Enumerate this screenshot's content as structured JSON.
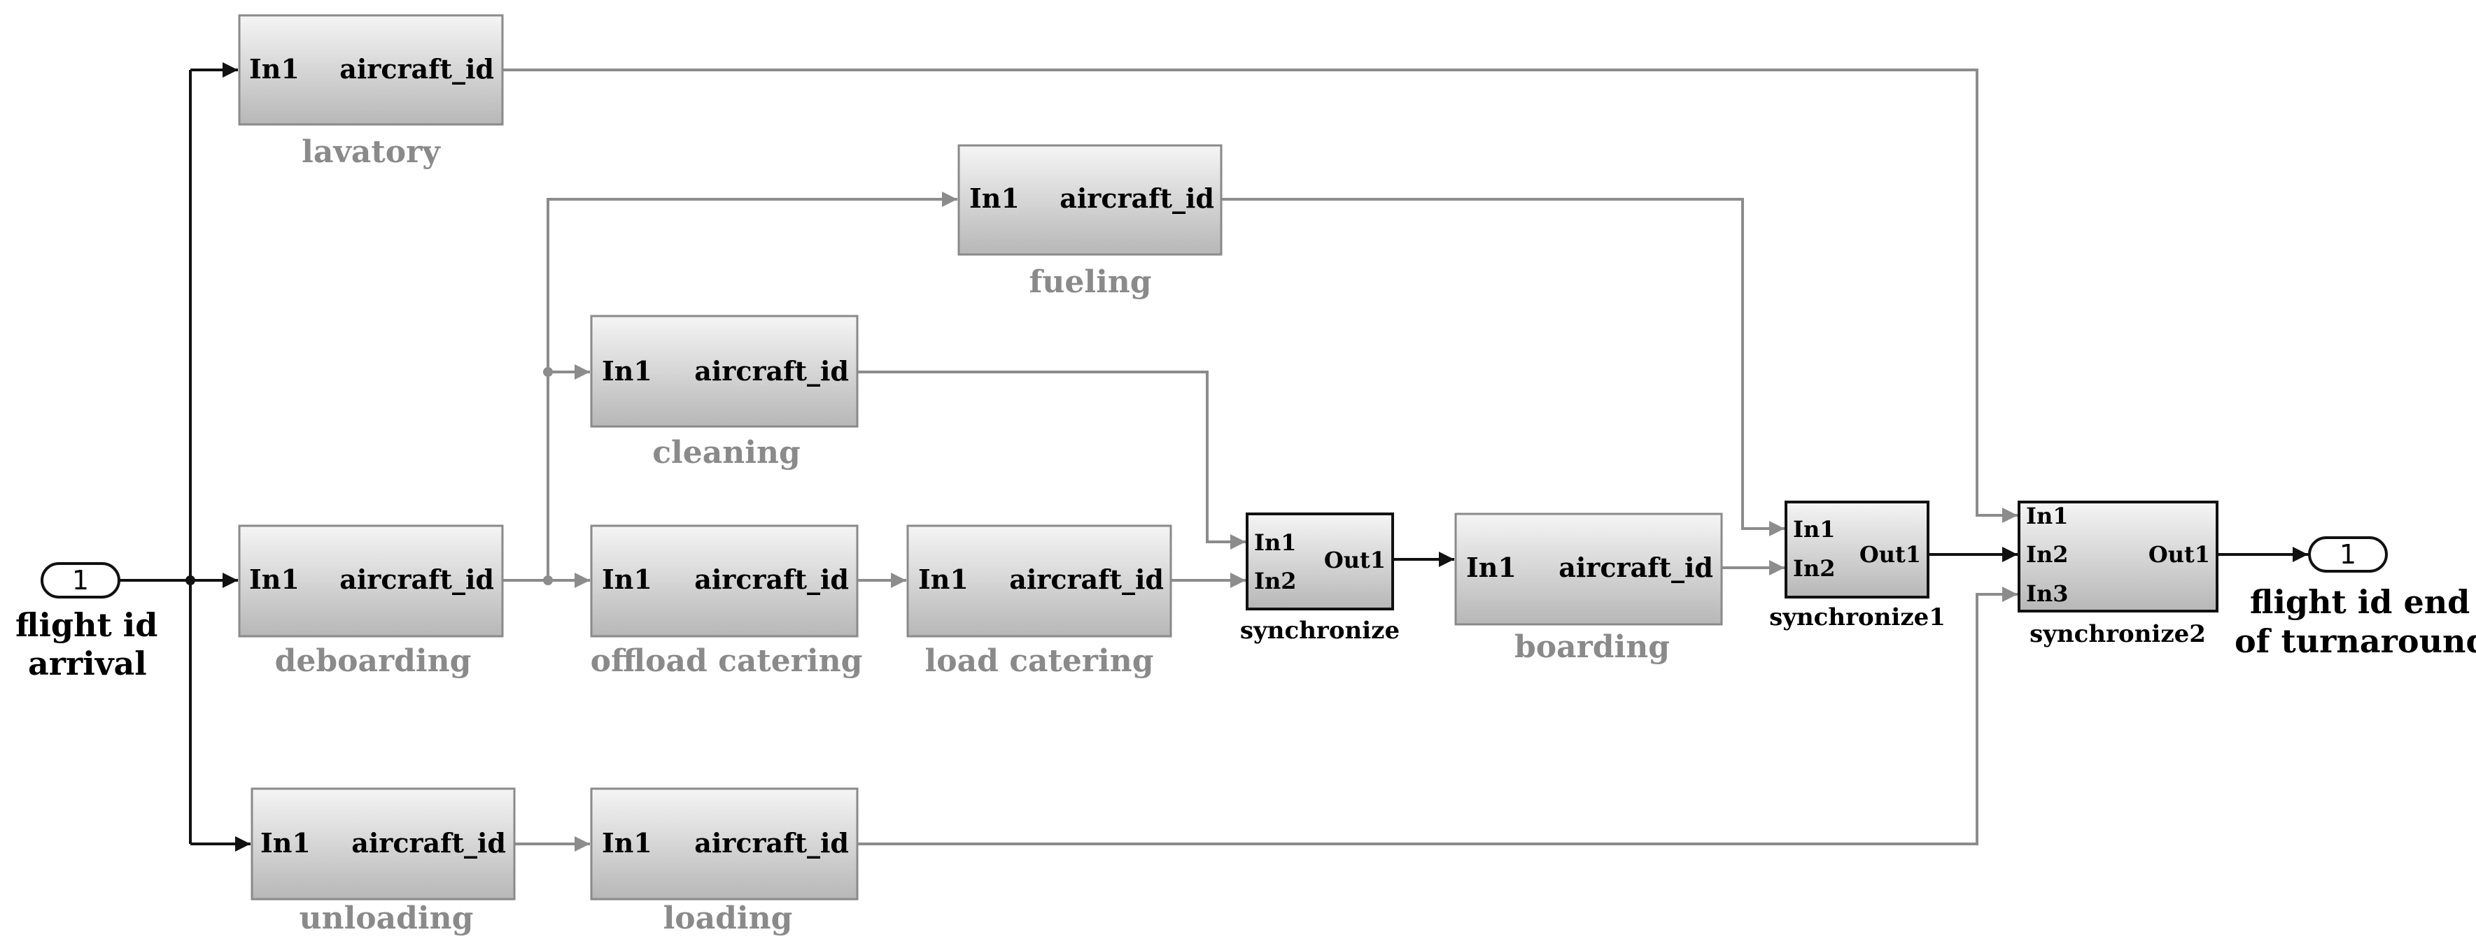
{
  "inport": {
    "number": "1",
    "label_line1": "flight id",
    "label_line2": "arrival"
  },
  "outport": {
    "number": "1",
    "label_line1": "flight id end",
    "label_line2": "of turnaround"
  },
  "blocks": {
    "lavatory": {
      "in": "In1",
      "out": "aircraft_id",
      "name": "lavatory"
    },
    "fueling": {
      "in": "In1",
      "out": "aircraft_id",
      "name": "fueling"
    },
    "cleaning": {
      "in": "In1",
      "out": "aircraft_id",
      "name": "cleaning"
    },
    "deboarding": {
      "in": "In1",
      "out": "aircraft_id",
      "name": "deboarding"
    },
    "offload_catering": {
      "in": "In1",
      "out": "aircraft_id",
      "name": "offload catering"
    },
    "load_catering": {
      "in": "In1",
      "out": "aircraft_id",
      "name": "load catering"
    },
    "boarding": {
      "in": "In1",
      "out": "aircraft_id",
      "name": "boarding"
    },
    "unloading": {
      "in": "In1",
      "out": "aircraft_id",
      "name": "unloading"
    },
    "loading": {
      "in": "In1",
      "out": "aircraft_id",
      "name": "loading"
    }
  },
  "sync": {
    "synchronize": {
      "in1": "In1",
      "in2": "In2",
      "out": "Out1",
      "name": "synchronize"
    },
    "synchronize1": {
      "in1": "In1",
      "in2": "In2",
      "out": "Out1",
      "name": "synchronize1"
    },
    "synchronize2": {
      "in1": "In1",
      "in2": "In2",
      "in3": "In3",
      "out": "Out1",
      "name": "synchronize2"
    }
  },
  "colors": {
    "wire_dark": "#111111",
    "wire_gray": "#8c8c8c",
    "block_top": "#f4f4f4",
    "block_bottom": "#b9b9b9"
  }
}
